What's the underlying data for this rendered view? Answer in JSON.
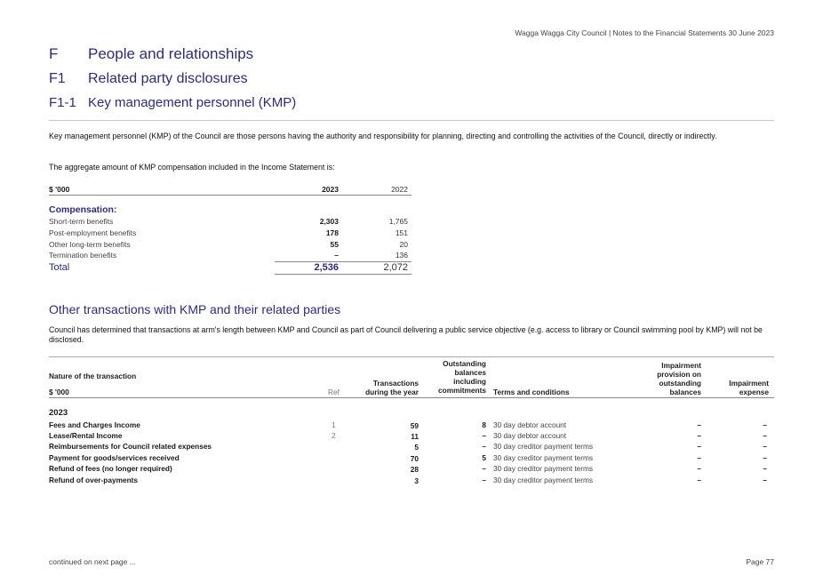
{
  "header": {
    "running_title": "Wagga Wagga City Council | Notes to the Financial Statements 30 June 2023"
  },
  "sections": {
    "f": {
      "num": "F",
      "title": "People and relationships"
    },
    "f1": {
      "num": "F1",
      "title": "Related party disclosures"
    },
    "f11": {
      "num": "F1-1",
      "title": "Key management personnel (KMP)"
    }
  },
  "kmp": {
    "intro": "Key management personnel (KMP) of the Council are those persons having the authority and responsibility for planning, directing and controlling the activities of the Council, directly or indirectly.",
    "aggregate_text": "The aggregate amount of KMP compensation included in the Income Statement is:",
    "table": {
      "unit": "$ '000",
      "col_2023": "2023",
      "col_2022": "2022",
      "group_label": "Compensation:",
      "rows": [
        {
          "label": "Short-term benefits",
          "y2023": "2,303",
          "y2022": "1,765"
        },
        {
          "label": "Post-employment benefits",
          "y2023": "178",
          "y2022": "151"
        },
        {
          "label": "Other long-term benefits",
          "y2023": "55",
          "y2022": "20"
        },
        {
          "label": "Termination benefits",
          "y2023": "–",
          "y2022": "136"
        }
      ],
      "total": {
        "label": "Total",
        "y2023": "2,536",
        "y2022": "2,072"
      }
    }
  },
  "other": {
    "heading": "Other transactions with KMP and their related parties",
    "text": "Council has determined that transactions at arm's length between KMP and Council as part of Council delivering a public service objective (e.g. access to library or Council swimming pool by KMP) will not be disclosed.",
    "table": {
      "h_nature": "Nature of the transaction",
      "h_unit": "$ '000",
      "h_ref": "Ref",
      "h_trans_1": "Transactions",
      "h_trans_2": "during the year",
      "h_out_1": "Outstanding",
      "h_out_2": "balances",
      "h_out_3": "including",
      "h_out_4": "commitments",
      "h_terms": "Terms and conditions",
      "h_prov_1": "Impairment",
      "h_prov_2": "provision on",
      "h_prov_3": "outstanding",
      "h_prov_4": "balances",
      "h_exp_1": "Impairment",
      "h_exp_2": "expense",
      "year": "2023",
      "rows": [
        {
          "nature": "Fees and Charges Income",
          "ref": "1",
          "trans": "59",
          "out": "8",
          "terms": "30 day debtor account",
          "prov": "–",
          "exp": "–"
        },
        {
          "nature": "Lease/Rental Income",
          "ref": "2",
          "trans": "11",
          "out": "–",
          "terms": "30 day debtor account",
          "prov": "–",
          "exp": "–"
        },
        {
          "nature": "Reimbursements for Council related expenses",
          "ref": "",
          "trans": "5",
          "out": "–",
          "terms": "30 day creditor payment terms",
          "prov": "–",
          "exp": "–"
        },
        {
          "nature": "Payment for goods/services received",
          "ref": "",
          "trans": "70",
          "out": "5",
          "terms": "30 day creditor payment terms",
          "prov": "–",
          "exp": "–"
        },
        {
          "nature": "Refund of fees (no longer required)",
          "ref": "",
          "trans": "28",
          "out": "–",
          "terms": "30 day creditor payment terms",
          "prov": "–",
          "exp": "–"
        },
        {
          "nature": "Refund of over-payments",
          "ref": "",
          "trans": "3",
          "out": "–",
          "terms": "30 day creditor payment terms",
          "prov": "–",
          "exp": "–"
        }
      ]
    }
  },
  "footer": {
    "continued": "continued on next page ...",
    "page": "Page 77"
  }
}
